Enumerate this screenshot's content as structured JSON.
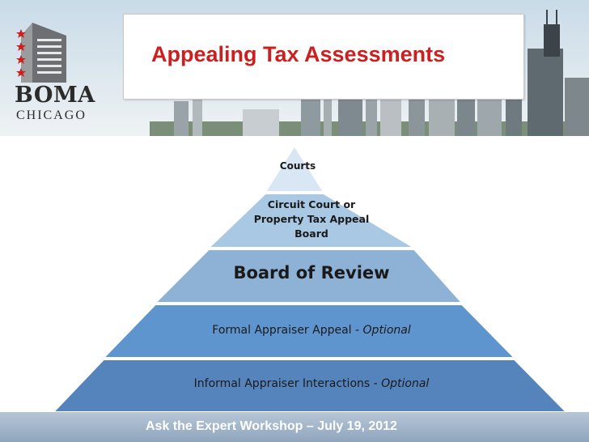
{
  "title": "Appealing Tax Assessments",
  "logo": {
    "name": "BOMA",
    "city": "CHICAGO"
  },
  "pyramid": {
    "tiers": [
      {
        "label": "Courts"
      },
      {
        "line1": "Circuit Court or",
        "line2": "Property Tax Appeal",
        "line3": "Board"
      },
      {
        "label": "Board of Review"
      },
      {
        "label": "Formal Appraiser Appeal - ",
        "optional": "Optional"
      },
      {
        "label": "Informal Appraiser Interactions - ",
        "optional": "Optional"
      }
    ],
    "colors": [
      "#d8e7f3",
      "#a9c8e3",
      "#8db2d6",
      "#5e95cf",
      "#5584bd"
    ]
  },
  "footer": "Ask the Expert Workshop – July 19, 2012",
  "colors": {
    "title": "#cc1f1f",
    "logo_stars": "#cc1f1f"
  }
}
